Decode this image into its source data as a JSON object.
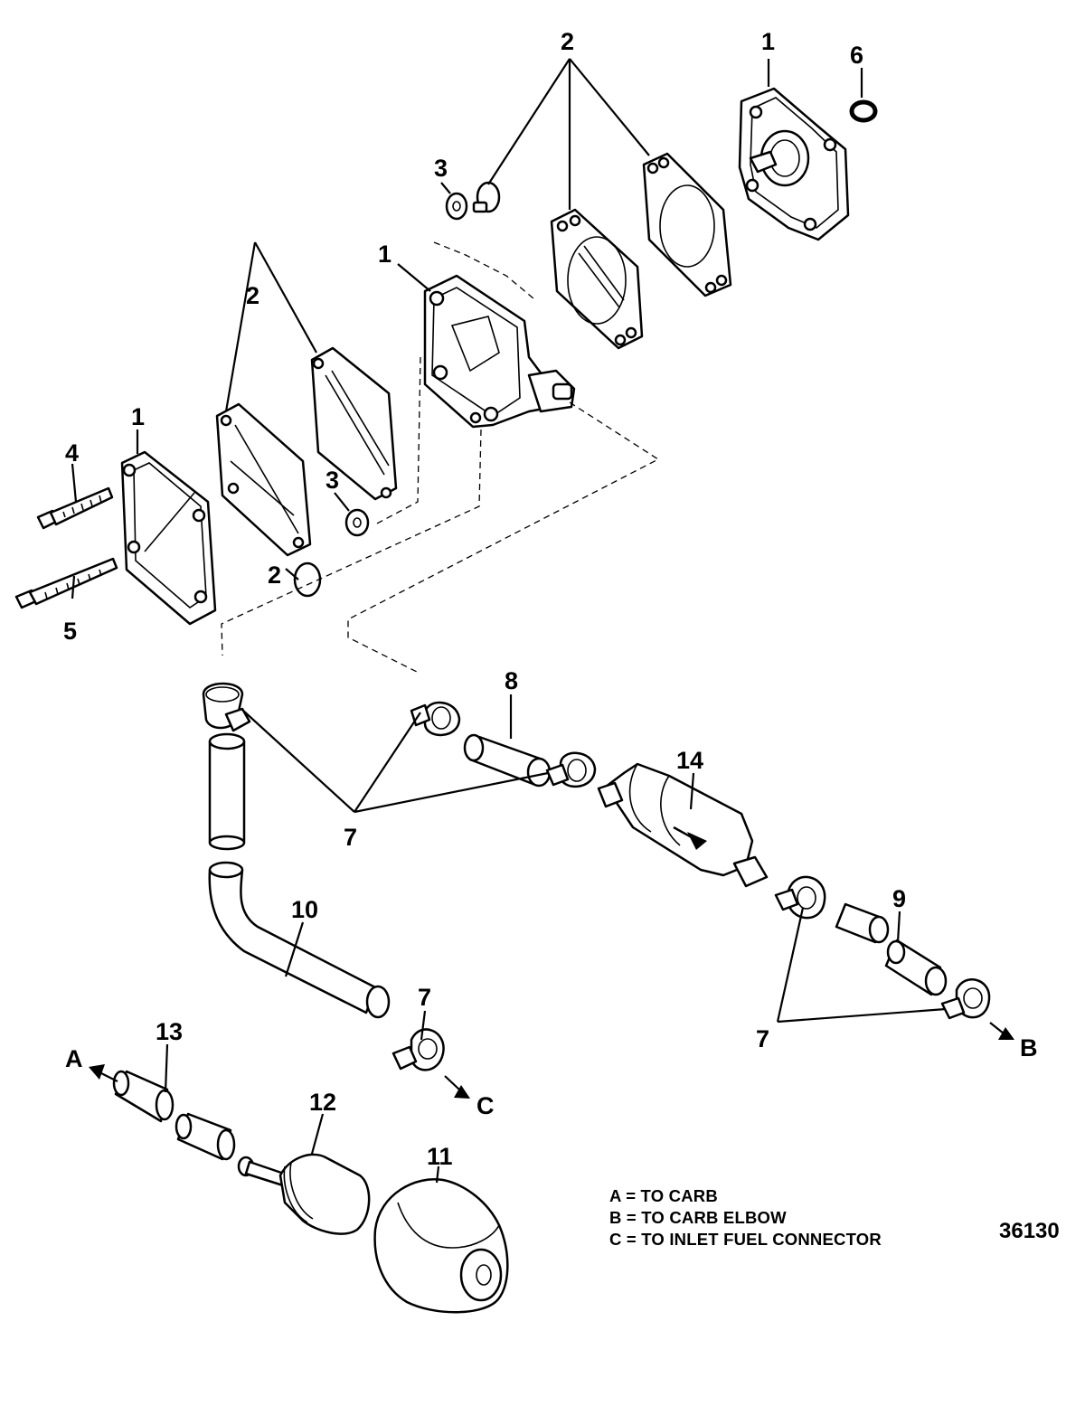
{
  "callouts": {
    "c1_top": "1",
    "c6": "6",
    "c2_top": "2",
    "c3_top": "3",
    "c1_pump": "1",
    "c2_mid": "2",
    "c1_cover": "1",
    "c4": "4",
    "c5": "5",
    "c3_mid": "3",
    "c2_low": "2",
    "c8": "8",
    "c14": "14",
    "c7_left": "7",
    "c10": "10",
    "c7_mid": "7",
    "c9": "9",
    "c7_right": "7",
    "c13": "13",
    "c12": "12",
    "c11": "11"
  },
  "destinations": {
    "a": "A",
    "b": "B",
    "c": "C"
  },
  "legend": {
    "a": "A = TO CARB",
    "b": "B = TO CARB ELBOW",
    "c": "C = TO INLET FUEL CONNECTOR"
  },
  "figure_number": "36130"
}
